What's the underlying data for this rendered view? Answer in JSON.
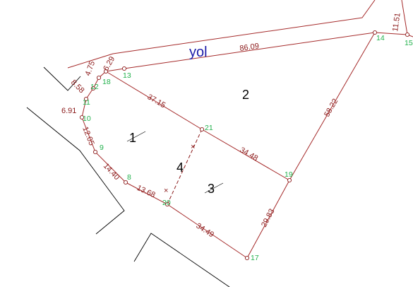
{
  "road_label": "yol",
  "parcels": {
    "p1": "1",
    "p2": "2",
    "p3": "3",
    "p4": "4"
  },
  "points": {
    "p8": "8",
    "p9": "9",
    "p10": "10",
    "p11": "11",
    "p12": "12",
    "p13": "13",
    "p14": "14",
    "p15": "15",
    "p17": "17",
    "p18": "18",
    "p19": "19",
    "p20": "20",
    "p21": "21"
  },
  "dimensions": {
    "d_86_09": "86.09",
    "d_11_51": "11.51",
    "d_58_22": "58.22",
    "d_37_15": "37.15",
    "d_34_48": "34.48",
    "d_29_83": "29.83",
    "d_34_49": "34.49",
    "d_13_68": "13.68",
    "d_14_40": "14.40",
    "d_12_05": "12.05",
    "d_6_91": "6.91",
    "d_8_58": "8.58",
    "d_4_75": "4.75",
    "d_6_29": "6.29"
  },
  "colors": {
    "boundary": "#a52a2a",
    "point_label": "#22b14c",
    "road_label": "#1a1aa8"
  }
}
